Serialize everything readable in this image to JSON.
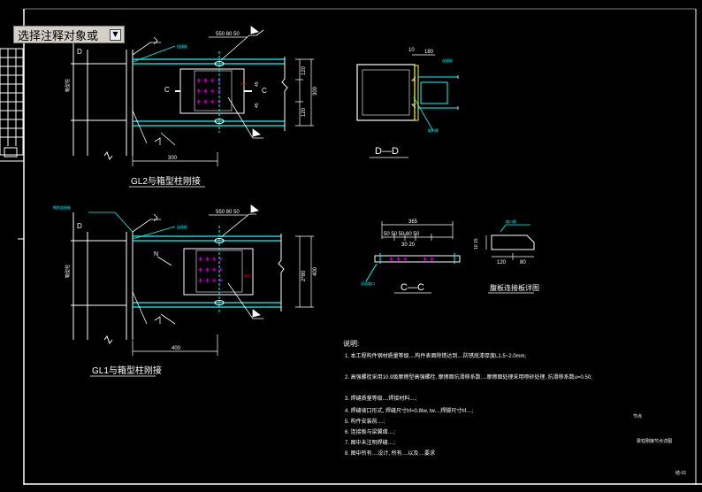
{
  "command_prompt": {
    "text": "选择注释对象或",
    "arrow_icon": "dropdown-arrow-icon"
  },
  "colors": {
    "background": "#000000",
    "white": "#ffffff",
    "yellow": "#ffff00",
    "cyan": "#00ffff",
    "magenta": "#ff00ff",
    "green": "#00ff00",
    "red": "#ff0000"
  },
  "drawing": {
    "detail_top": {
      "title": "GL2与箱型柱刚接",
      "dims": {
        "top": "550 80 50",
        "bottom": "300",
        "right": "300",
        "r1": "120",
        "r2": "120",
        "r3": "45",
        "r4": "45"
      },
      "section_marks": {
        "left": "C",
        "right": "C",
        "d": "D"
      }
    },
    "detail_bottom": {
      "title": "GL1与箱型柱刚接",
      "dims": {
        "top": "550 80 50",
        "bottom": "400",
        "right": "400",
        "r1": "2*80"
      },
      "section_marks": {
        "n": "N",
        "d": "D"
      }
    },
    "section_dd": {
      "title": "D—D",
      "dims": {
        "a": "10",
        "b": "180"
      }
    },
    "section_cc": {
      "title": "C—C",
      "dims": {
        "total": "365",
        "parts": "50 50 50 80 50",
        "sub": "30 20"
      }
    },
    "plate": {
      "title": "腹板连接板详图",
      "dims": {
        "w1": "120",
        "w2": "80"
      }
    },
    "notes": {
      "heading": "说明:",
      "items": [
        "1. 本工程构件钢材质量等级....构件表面除锈达到....防锈底漆厚度L1.5~2.0mm;",
        "2. 高强螺栓采用10.9级摩擦型高强螺栓, 摩擦面抗滑移系数....摩擦面处理采用喷砂处理, 抗滑移系数u=0.50;",
        "3. 焊缝质量等级....焊接材料....;",
        "4. 焊缝坡口形式, 焊缝尺寸hf=0.8tw, tw....焊脚尺寸hf....;",
        "5. 构件安装前....;",
        "6. 连接板与梁翼缘....;",
        "7. 图中未注明焊缝....;",
        "8. 图中所有....设计, 所有....以及....要求"
      ]
    },
    "title_block": {
      "t1": "节点",
      "t2": "梁柱刚接节点详图",
      "t3": "结-01"
    }
  }
}
